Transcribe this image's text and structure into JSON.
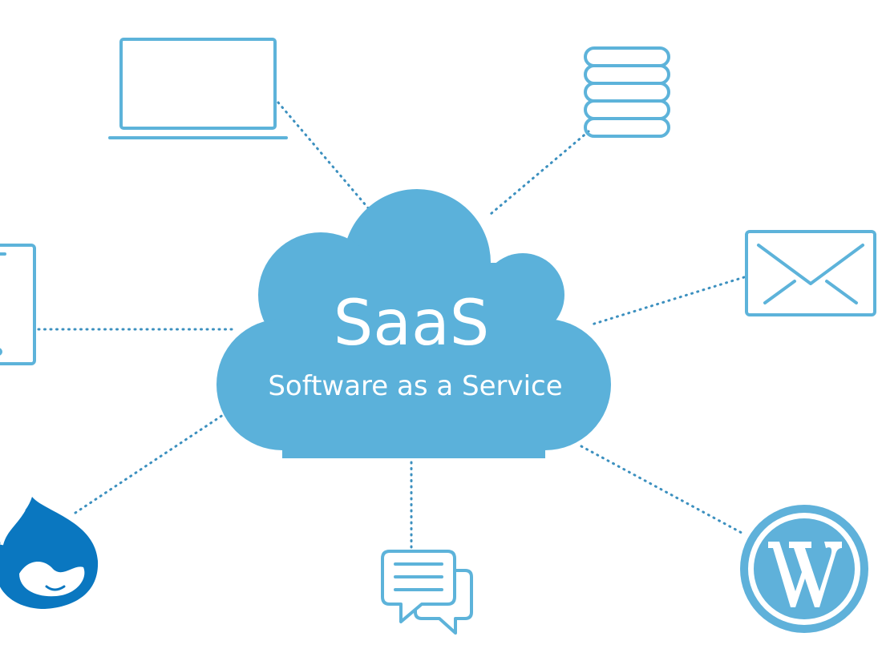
{
  "cloud": {
    "title": "SaaS",
    "subtitle": "Software as a Service"
  },
  "colors": {
    "cloud_fill": "#5bb1da",
    "icon_outline": "#5db3da",
    "connector": "#3c90bf",
    "drupal_blue": "#0a77c0",
    "wordpress_blue": "#5fb1da"
  },
  "nodes": [
    {
      "name": "laptop",
      "icon": "laptop-icon"
    },
    {
      "name": "database",
      "icon": "database-icon"
    },
    {
      "name": "tablet",
      "icon": "tablet-icon"
    },
    {
      "name": "email",
      "icon": "envelope-icon"
    },
    {
      "name": "drupal",
      "icon": "drupal-logo"
    },
    {
      "name": "chat",
      "icon": "chat-bubbles-icon"
    },
    {
      "name": "wordpress",
      "icon": "wordpress-logo"
    }
  ]
}
